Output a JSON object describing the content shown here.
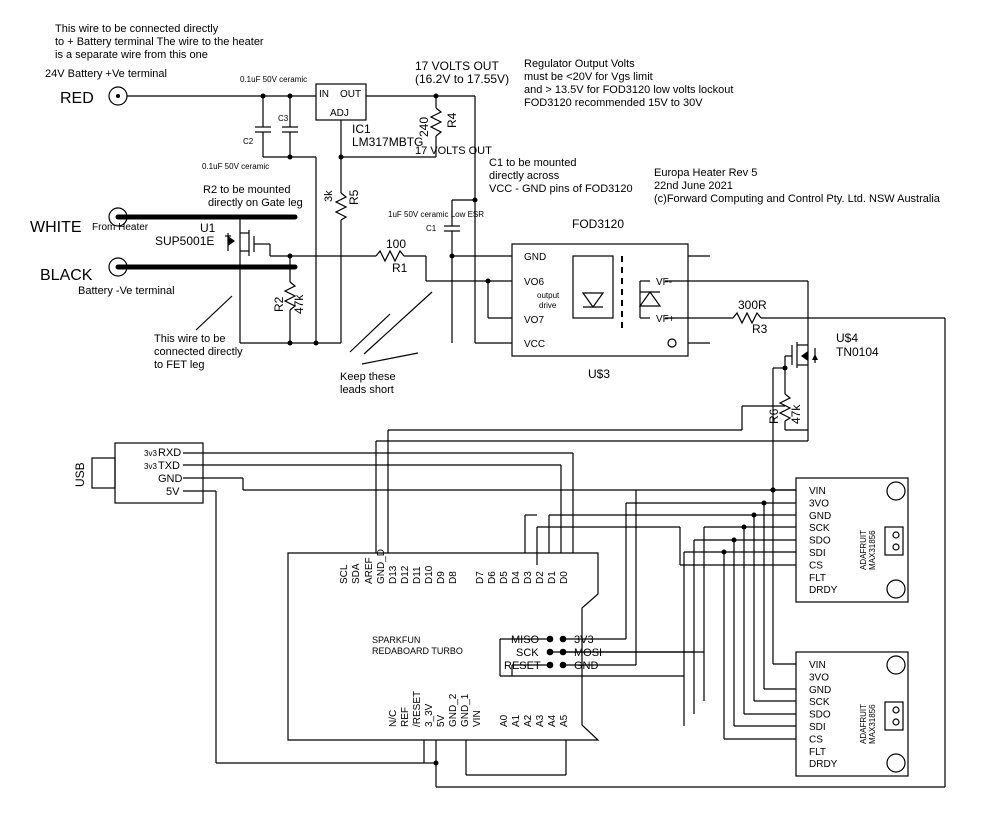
{
  "notes": {
    "battery_wire_1": "This wire to be connected directly",
    "battery_wire_2": "to + Battery terminal The wire to the heater",
    "battery_wire_3": "is a separate wire from this one",
    "battery_pos": "24V Battery +Ve terminal",
    "volts_out_1": "17 VOLTS OUT",
    "volts_out_2": "(16.2V to 17.55V)",
    "reg_1": "Regulator Output Volts",
    "reg_2": "must be <20V for Vgs limit",
    "reg_3": "and > 13.5V for FOD3120 low volts lockout",
    "reg_4": "FOD3120 recommended 15V to 30V",
    "c1_note_1": "C1 to be mounted",
    "c1_note_2": "directly across",
    "c1_note_3": "VCC - GND pins of FOD3120",
    "title_1": "Europa Heater Rev 5",
    "title_2": "22nd June 2021",
    "title_3": "(c)Forward Computing and Control Pty. Ltd. NSW Australia",
    "r2_note_1": "R2 to be mounted",
    "r2_note_2": "directly on Gate leg",
    "fet_note_1": "This wire to be",
    "fet_note_2": "connected directly",
    "fet_note_3": "to FET leg",
    "short_1": "Keep these",
    "short_2": "leads short",
    "battery_neg": "Battery -Ve terminal",
    "from_heater": "From Heater"
  },
  "terminals": {
    "red": "RED",
    "white": "WHITE",
    "black": "BLACK"
  },
  "components": {
    "cap_0u1_top": "0.1uF 50V ceramic",
    "cap_0u1_bot": "0.1uF 50V ceramic",
    "c2": "C2",
    "c3": "C3",
    "ic1_in": "IN",
    "ic1_out": "OUT",
    "ic1_adj": "ADJ",
    "ic1_name": "IC1",
    "ic1_part": "LM317MBTG",
    "r4_val": "240",
    "r4_name": "R4",
    "r5_val": "3k",
    "r5_name": "R5",
    "c1_val": "1uF 50V ceramic Low ESR",
    "c1_name": "C1",
    "u1_name": "U1",
    "u1_part": "SUP5001E",
    "r1_val": "100",
    "r1_name": "R1",
    "r2_name": "R2",
    "r2_val": "47k",
    "fod_part": "FOD3120",
    "fod_name": "U$3",
    "fod_gnd": "GND",
    "fod_vo6": "VO6",
    "fod_vo7": "VO7",
    "fod_vcc": "VCC",
    "fod_drive_1": "output",
    "fod_drive_2": "drive",
    "fod_vfm": "VF-",
    "fod_vfp": "VF+",
    "r3_val": "300R",
    "r3_name": "R3",
    "u4_name": "U$4",
    "u4_part": "TN0104",
    "r6_name": "R6",
    "r6_val": "47k"
  },
  "usb": {
    "label": "USB",
    "rxd_prefix": "3v3",
    "rxd": "RXD",
    "txd_prefix": "3v3",
    "txd": "TXD",
    "gnd": "GND",
    "v5": "5V"
  },
  "board": {
    "name_1": "SPARKFUN",
    "name_2": "REDABOARD TURBO",
    "top_pins": [
      "SCL",
      "SDA",
      "AREF",
      "GND_D",
      "D13",
      "D12",
      "D11",
      "D10",
      "D9",
      "D8",
      "D7",
      "D6",
      "D5",
      "D4",
      "D3",
      "D2",
      "D1",
      "D0"
    ],
    "bottom_pins": [
      "N/C",
      "REF",
      "/RESET",
      "3_3V",
      "5V",
      "GND_2",
      "GND_1",
      "VIN",
      "A0",
      "A1",
      "A2",
      "A3",
      "A4",
      "A5"
    ],
    "icsp_left": [
      "MISO",
      "SCK",
      "RESET"
    ],
    "icsp_right": [
      "3V3",
      "MOSI",
      "GND"
    ]
  },
  "max_modules": {
    "pins": [
      "VIN",
      "3VO",
      "GND",
      "SCK",
      "SDO",
      "SDI",
      "CS",
      "FLT",
      "DRDY"
    ],
    "brand": "ADAFRUIT",
    "part": "MAX31856"
  }
}
